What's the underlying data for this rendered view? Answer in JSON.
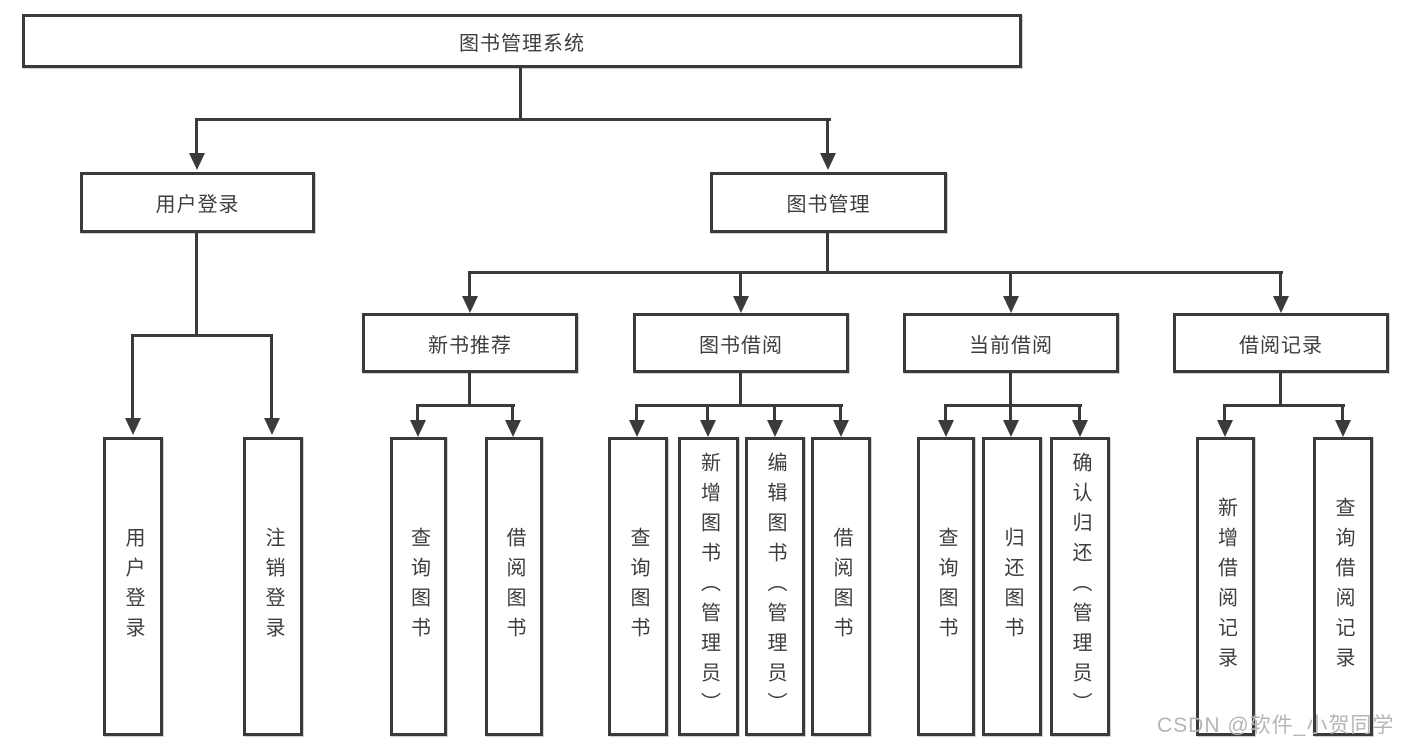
{
  "diagram": {
    "title": "图书管理系统",
    "level2": [
      {
        "label": "用户登录"
      },
      {
        "label": "图书管理"
      }
    ],
    "level3": [
      {
        "label": "新书推荐"
      },
      {
        "label": "图书借阅"
      },
      {
        "label": "当前借阅"
      },
      {
        "label": "借阅记录"
      }
    ],
    "leaves": [
      {
        "label": "用户登录"
      },
      {
        "label": "注销登录"
      },
      {
        "label": "查询图书"
      },
      {
        "label": "借阅图书"
      },
      {
        "label": "查询图书"
      },
      {
        "label": "新增图书（管理员）"
      },
      {
        "label": "编辑图书（管理员）"
      },
      {
        "label": "借阅图书"
      },
      {
        "label": "查询图书"
      },
      {
        "label": "归还图书"
      },
      {
        "label": "确认归还（管理员）"
      },
      {
        "label": "新增借阅记录"
      },
      {
        "label": "查询借阅记录"
      }
    ]
  },
  "watermark": {
    "text": "CSDN @软件_小贺同学"
  },
  "colors": {
    "line": "#3a3a3c",
    "text": "#3e3e40",
    "background": "#ffffff",
    "watermark": "#b5b5b9"
  }
}
